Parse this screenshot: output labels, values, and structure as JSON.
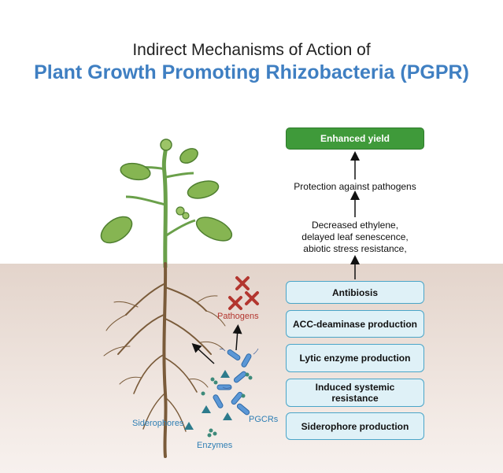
{
  "title": {
    "line1": "Indirect Mechanisms of Action of",
    "line2": "Plant Growth Promoting Rhizobacteria (PGPR)"
  },
  "outcome": "Enhanced yield",
  "effects": {
    "protection": "Protection against pathogens",
    "stress": [
      "Decreased ethylene,",
      "delayed leaf senescence,",
      "abiotic stress resistance,"
    ]
  },
  "mechanisms": [
    "Antibiosis",
    "ACC-deaminase production",
    "Lytic enzyme production",
    "Induced systemic resistance",
    "Siderophore production"
  ],
  "labels": {
    "pathogens": "Pathogens",
    "siderophores": "Siderophores",
    "pgcrs": "PGCRs",
    "enzymes": "Enzymes"
  },
  "colors": {
    "title_accent": "#3f7fc2",
    "yield_green": "#3f9a3a",
    "box_fill": "#dff1f7",
    "pathogen_red": "#b3362f",
    "label_blue": "#2f7fb4"
  }
}
